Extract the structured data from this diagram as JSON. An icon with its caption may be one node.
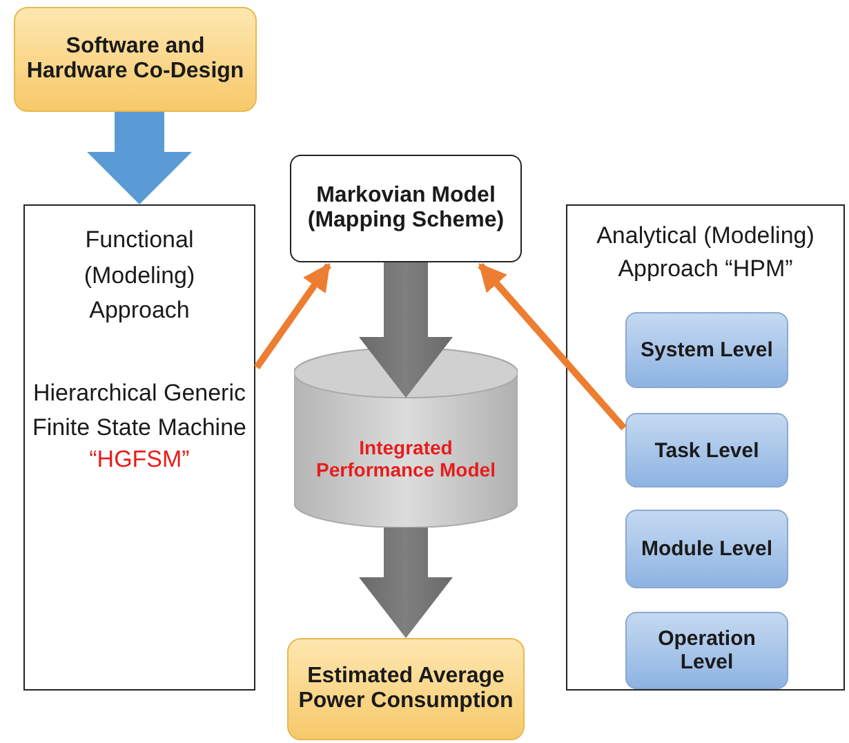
{
  "diagram": {
    "nodes": [
      {
        "text": [
          "Software and Hardware Co-Design"
        ]
      },
      {
        "text": [
          "Functional (Modeling) Approach",
          "Hierarchical Generic Finite State Machine",
          "“HGFSM”"
        ]
      },
      {
        "text": [
          "Markovian Model (Mapping Scheme)"
        ]
      },
      {
        "text": [
          "Integrated Performance Model"
        ]
      },
      {
        "text": [
          "Estimated Average Power Consumption"
        ]
      },
      {
        "text": [
          "Analytical (Modeling) Approach “HPM”"
        ]
      },
      {
        "text": [
          "System Level"
        ],
        "in": 5
      },
      {
        "text": [
          "Task Level"
        ],
        "in": 5
      },
      {
        "text": [
          "Module Level"
        ],
        "in": 5
      },
      {
        "text": [
          "Operation Level"
        ],
        "in": 5
      }
    ],
    "edges": [
      {
        "from": 0,
        "to": 1,
        "arrow": "to",
        "style": "thick",
        "color": "#5b9bd5"
      },
      {
        "from": 1,
        "to": 2,
        "arrow": "to",
        "color": "#ed7d31"
      },
      {
        "from": 7,
        "to": 2,
        "arrow": "to",
        "color": "#ed7d31"
      },
      {
        "from": 2,
        "to": 3,
        "arrow": "to",
        "style": "thick",
        "color": "#7f7f7f"
      },
      {
        "from": 3,
        "to": 4,
        "arrow": "to",
        "style": "thick",
        "color": "#7f7f7f"
      }
    ]
  }
}
